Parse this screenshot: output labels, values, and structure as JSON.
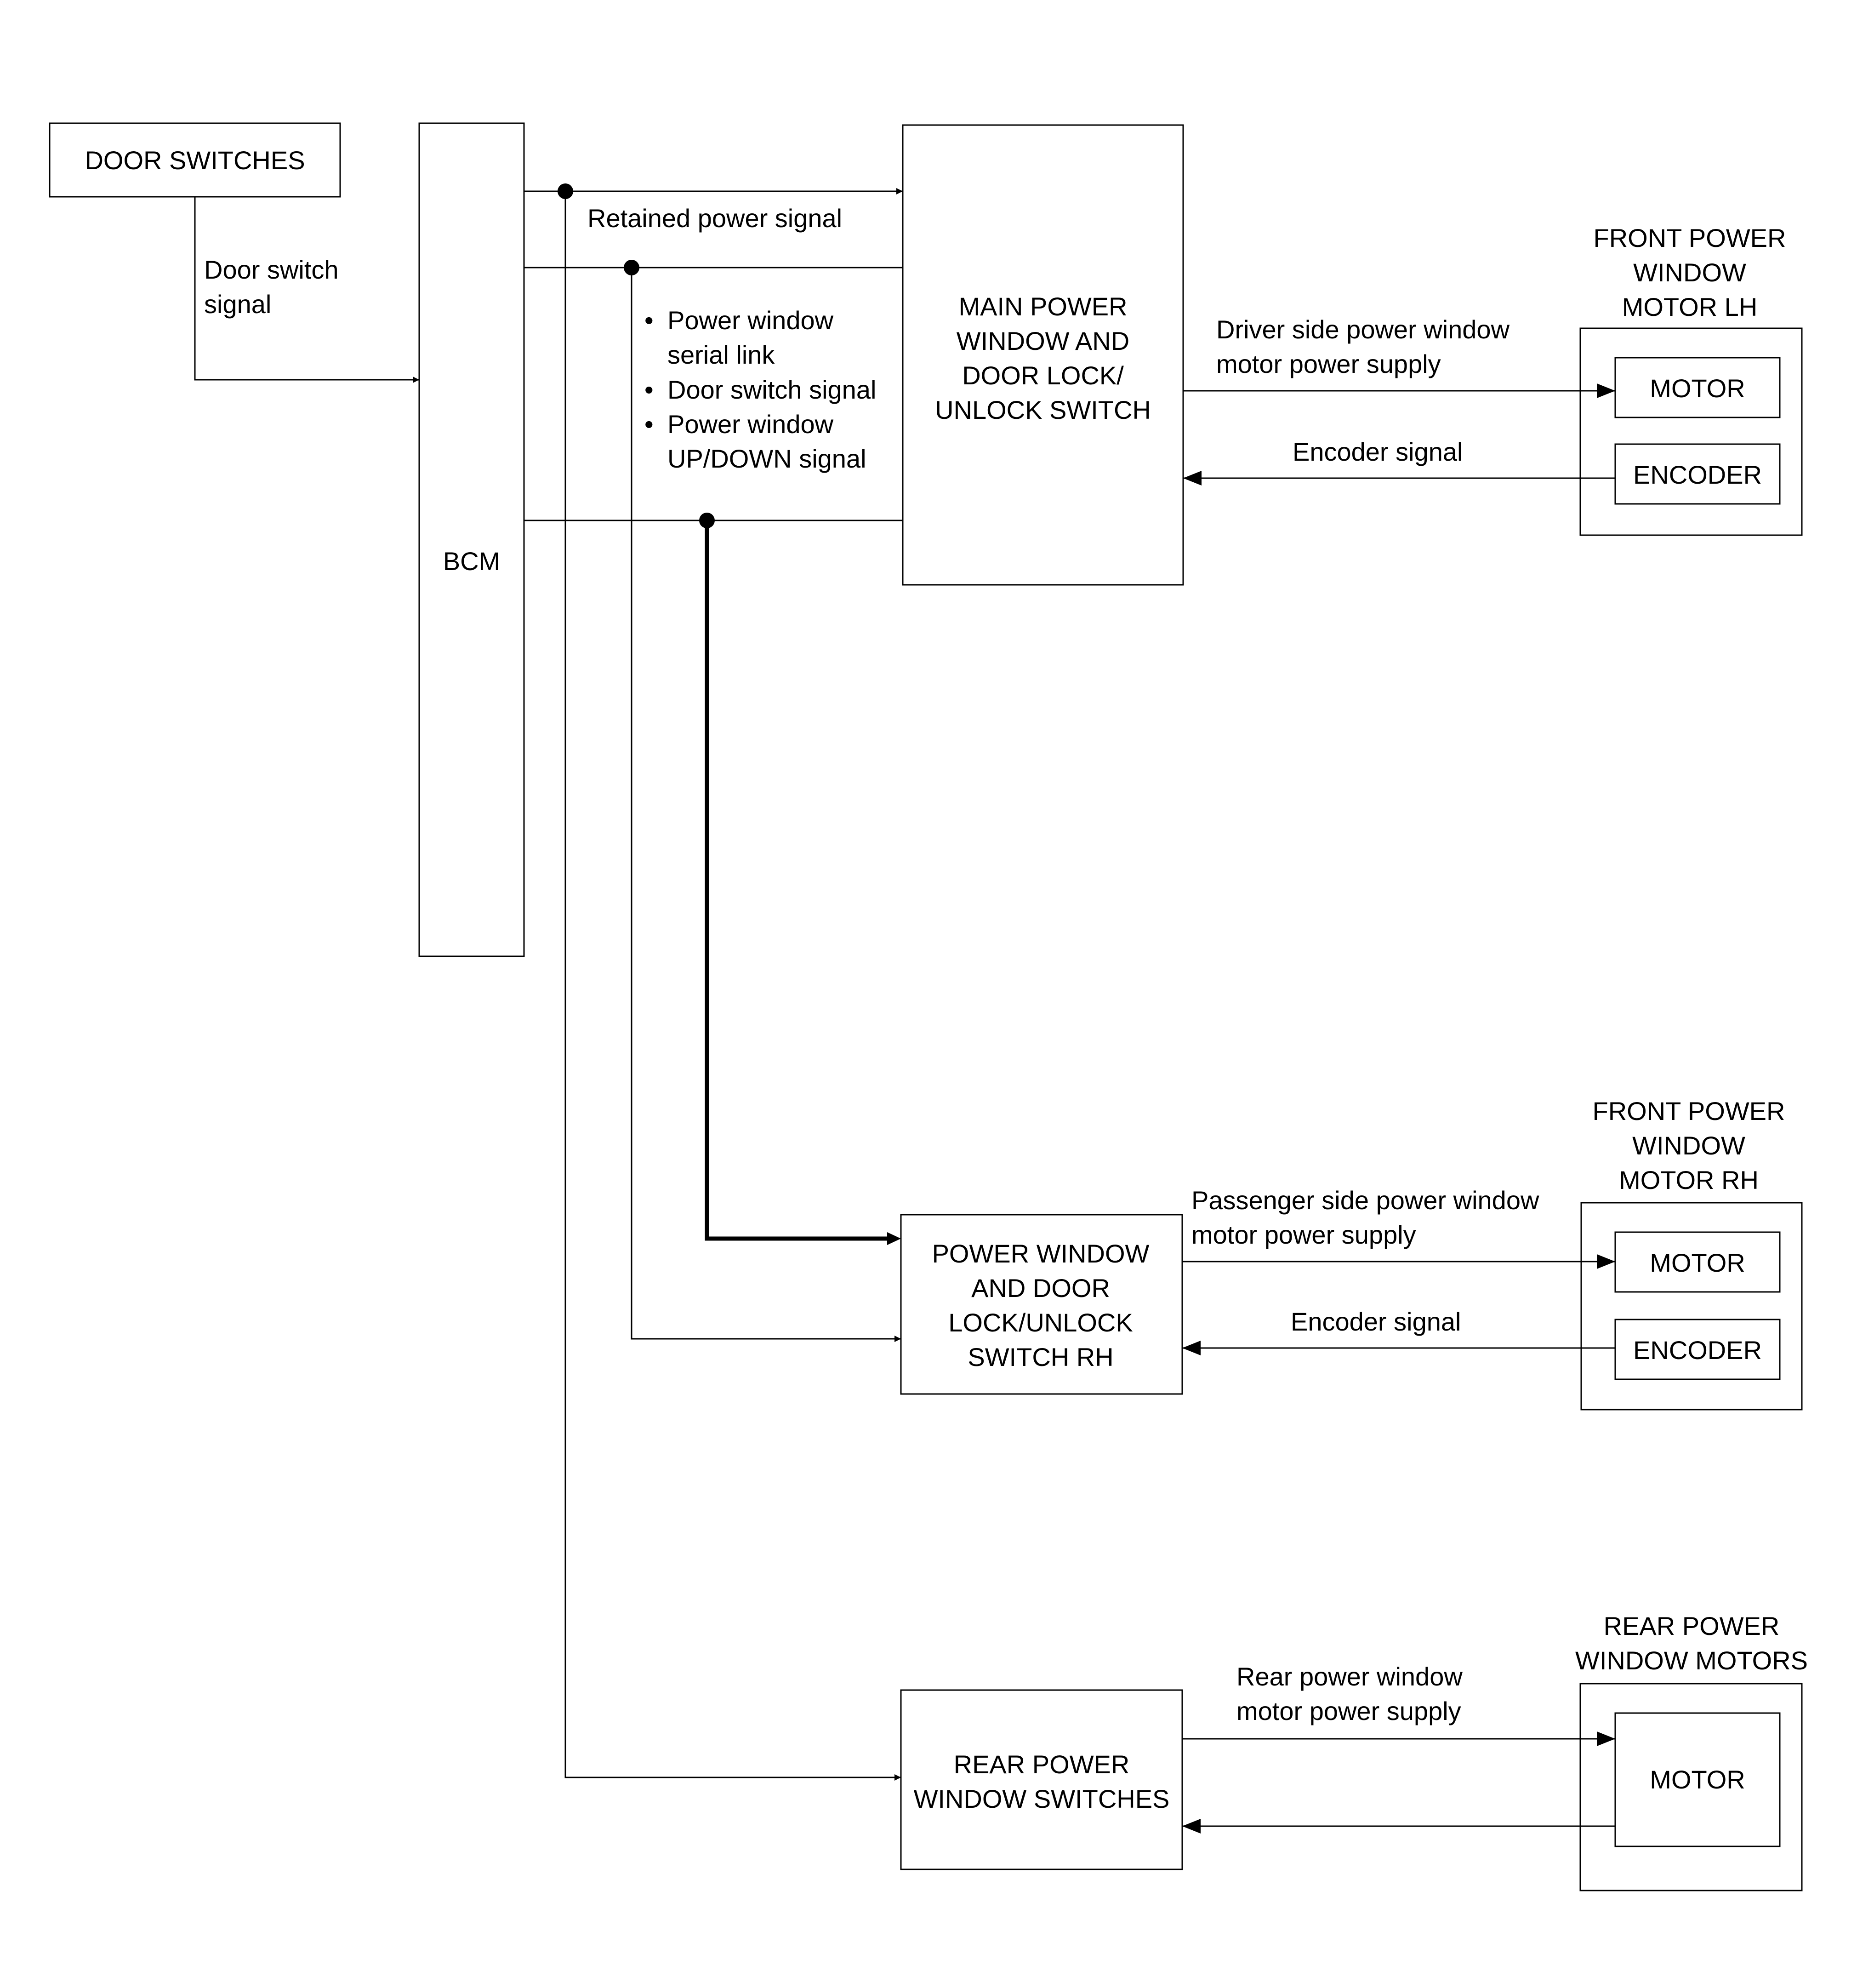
{
  "blocks": {
    "door_switches": "DOOR SWITCHES",
    "bcm": "BCM",
    "main_switch": [
      "MAIN POWER",
      "WINDOW AND",
      "DOOR LOCK/",
      "UNLOCK SWITCH"
    ],
    "rh_switch": [
      "POWER WINDOW",
      "AND DOOR",
      "LOCK/UNLOCK",
      "SWITCH RH"
    ],
    "rear_switches": [
      "REAR POWER",
      "WINDOW SWITCHES"
    ],
    "front_lh_title": [
      "FRONT POWER",
      "WINDOW",
      "MOTOR LH"
    ],
    "front_rh_title": [
      "FRONT POWER",
      "WINDOW",
      "MOTOR RH"
    ],
    "rear_title": [
      "REAR POWER",
      "WINDOW MOTORS"
    ],
    "motor": "MOTOR",
    "encoder": "ENCODER"
  },
  "signals": {
    "door_switch_signal": [
      "Door switch",
      "signal"
    ],
    "retained_power": "Retained power signal",
    "bcm_list": [
      [
        "Power window",
        "serial link"
      ],
      [
        "Door switch signal"
      ],
      [
        "Power window",
        "UP/DOWN signal"
      ]
    ],
    "bullet": "•",
    "driver_supply": [
      "Driver side power window",
      "motor power supply"
    ],
    "encoder_signal": "Encoder signal",
    "passenger_supply": [
      "Passenger side power window",
      "motor power supply"
    ],
    "rear_supply": [
      "Rear power window",
      "motor power supply"
    ]
  }
}
